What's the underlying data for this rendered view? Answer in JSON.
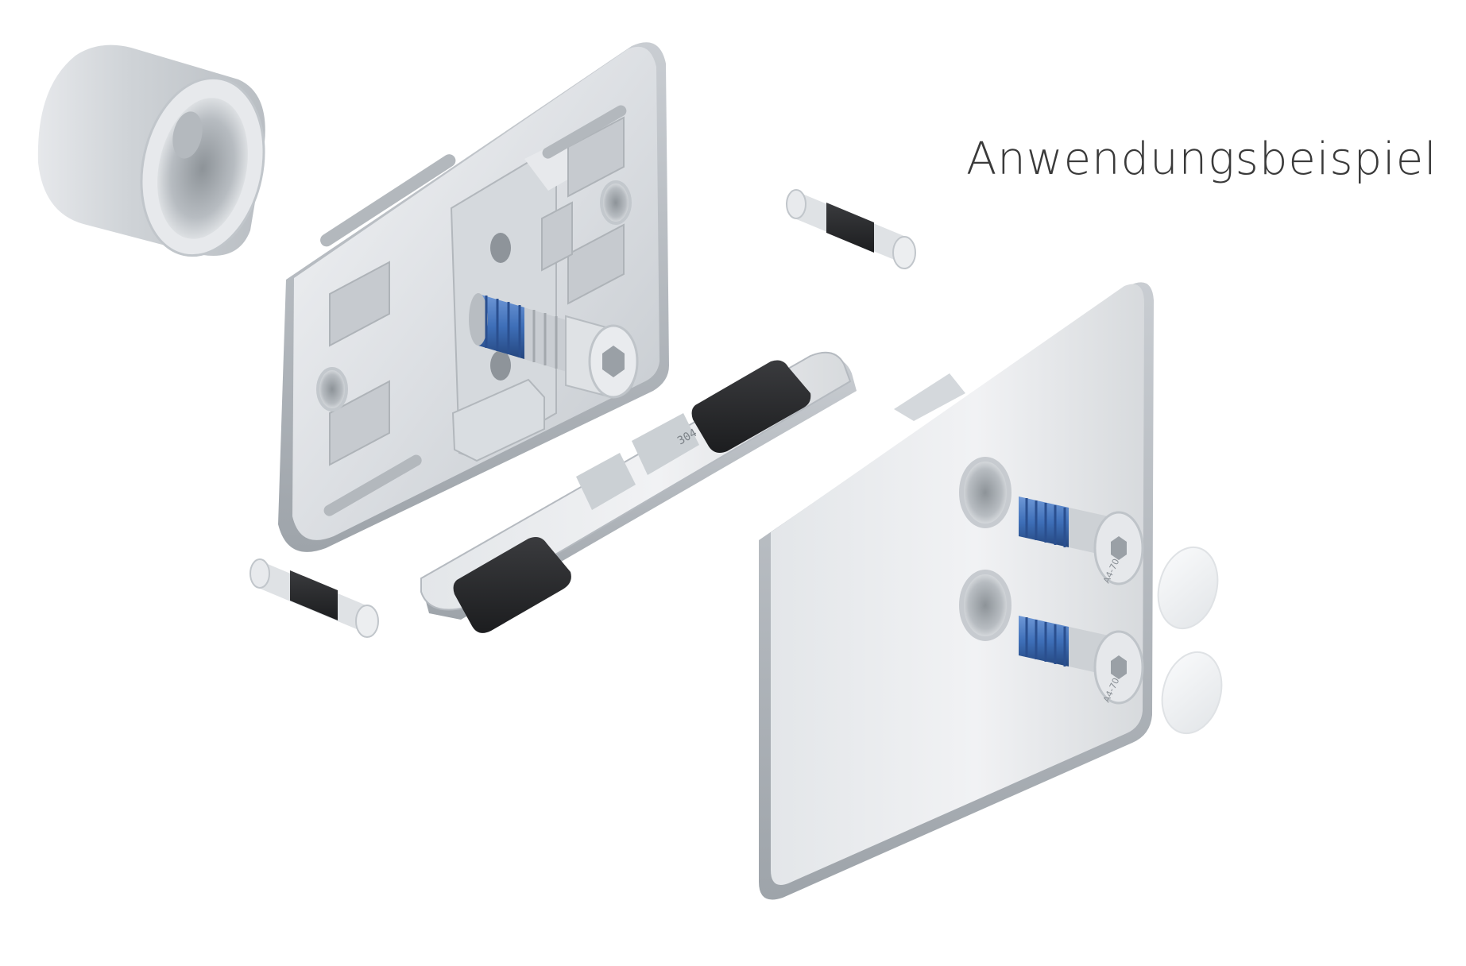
{
  "caption": {
    "text": "Anwendungsbeispiel"
  },
  "stamps": {
    "clamp_mark": "304",
    "screw_mark_1": "A4-70",
    "screw_mark_2": "A4-70"
  },
  "colors": {
    "background": "#ffffff",
    "steel_light": "#eef0f2",
    "steel_mid": "#d2d6da",
    "steel_dark": "#a8adb3",
    "rubber": "#2a2b2d",
    "thread_lock": "#3e6fb8",
    "caption_text": "#3a3a3a",
    "cover_cap": "#f0f1f3"
  }
}
